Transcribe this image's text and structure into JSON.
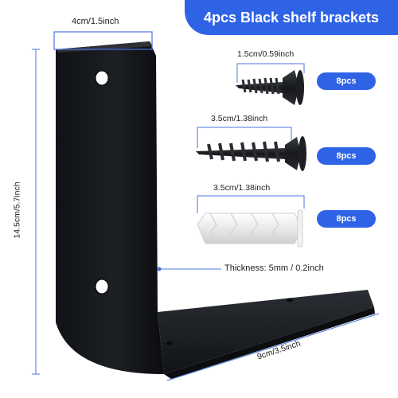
{
  "banner": {
    "title": "4pcs Black shelf brackets"
  },
  "dimensions": {
    "width_label": "4cm/1.5inch",
    "height_label": "14.5cm/5.7inch",
    "length_label": "9cm/3.5inch",
    "thickness_label": "Thickness: 5mm / 0.2inch"
  },
  "accessories": [
    {
      "label": "1.5cm/0.59inch",
      "badge": "8pcs"
    },
    {
      "label": "3.5cm/1.38inch",
      "badge": "8pcs"
    },
    {
      "label": "3.5cm/1.38inch",
      "badge": "8pcs"
    }
  ],
  "colors": {
    "banner": "#2f63e6",
    "bracket": "#17191d",
    "dimension_line": "#4a74e0"
  }
}
